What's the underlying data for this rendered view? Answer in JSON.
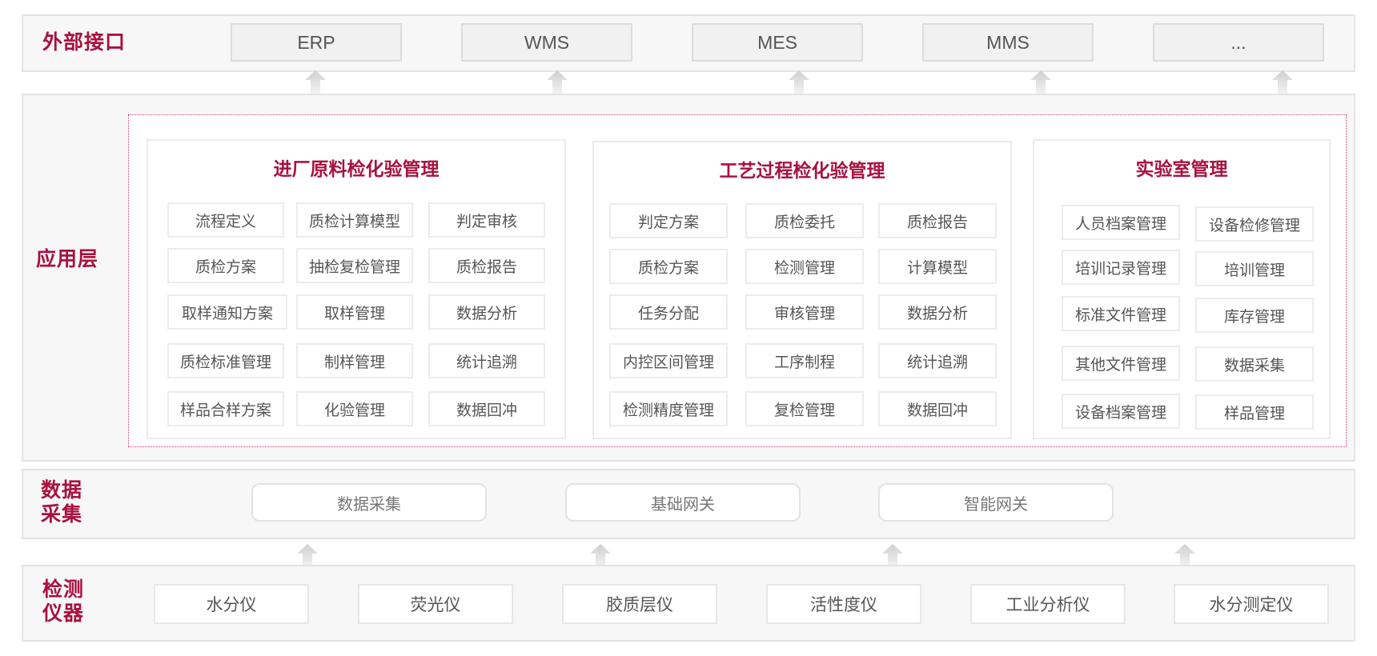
{
  "colors": {
    "accent": "#a8123e",
    "layer_bg": "#f7f7f7",
    "layer_border": "#e3e3e3",
    "box_text": "#555555",
    "dotted_frame": "#d3345f"
  },
  "external": {
    "label": "外部接口",
    "systems": [
      "ERP",
      "WMS",
      "MES",
      "MMS",
      "..."
    ]
  },
  "application": {
    "label": "应用层",
    "modules": [
      {
        "title": "进厂原料检化验管理",
        "items": [
          "流程定义",
          "质检计算模型",
          "判定审核",
          "质检方案",
          "抽检复检管理",
          "质检报告",
          "取样通知方案",
          "取样管理",
          "数据分析",
          "质检标准管理",
          "制样管理",
          "统计追溯",
          "样品合样方案",
          "化验管理",
          "数据回冲"
        ]
      },
      {
        "title": "工艺过程检化验管理",
        "items": [
          "判定方案",
          "质检委托",
          "质检报告",
          "质检方案",
          "检测管理",
          "计算模型",
          "任务分配",
          "审核管理",
          "数据分析",
          "内控区间管理",
          "工序制程",
          "统计追溯",
          "检测精度管理",
          "复检管理",
          "数据回冲"
        ]
      },
      {
        "title": "实验室管理",
        "items": [
          "人员档案管理",
          "设备检修管理",
          "培训记录管理",
          "培训管理",
          "标准文件管理",
          "库存管理",
          "其他文件管理",
          "数据采集",
          "设备档案管理",
          "样品管理"
        ]
      }
    ]
  },
  "collection": {
    "label_line1": "数据",
    "label_line2": "采集",
    "items": [
      "数据采集",
      "基础网关",
      "智能网关"
    ]
  },
  "instruments": {
    "label_line1": "检测",
    "label_line2": "仪器",
    "items": [
      "水分仪",
      "荧光仪",
      "胶质层仪",
      "活性度仪",
      "工业分析仪",
      "水分测定仪"
    ]
  }
}
